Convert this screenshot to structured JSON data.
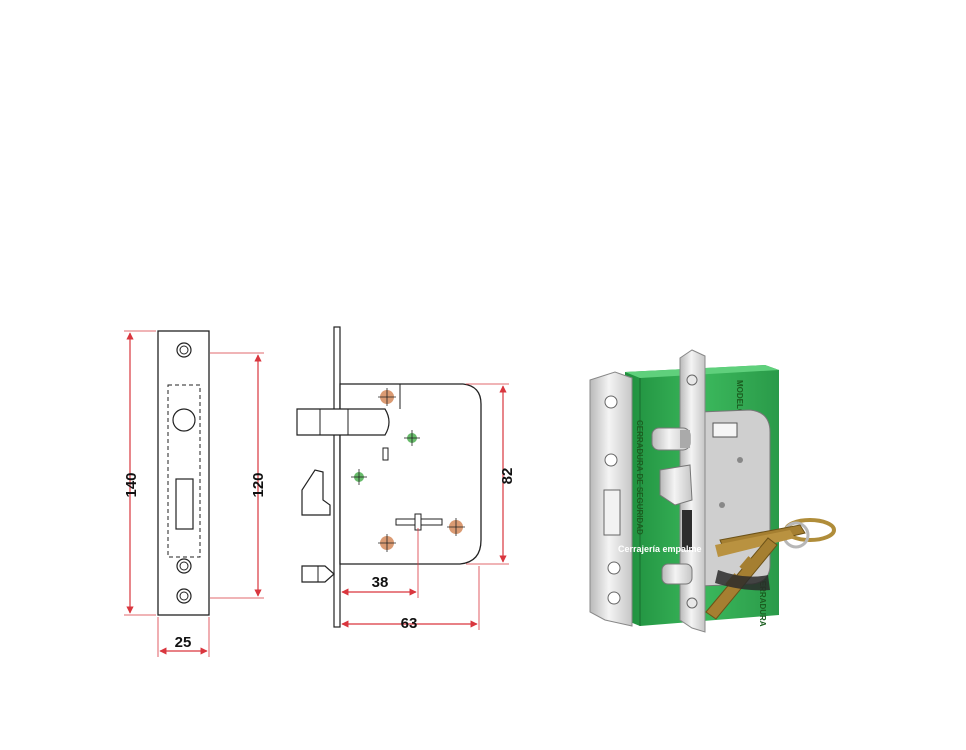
{
  "front_view": {
    "dim_height_total": "140",
    "dim_height_screws": "120",
    "dim_width": "25"
  },
  "side_view": {
    "dim_backset": "38",
    "dim_depth": "63",
    "dim_case_height": "82"
  },
  "photo": {
    "watermark": "Cerrajería empalme",
    "box_text_1": "CERRADURA DE SEGURIDAD",
    "box_text_2": "MODELO",
    "box_text_3": "CERRADURA"
  },
  "colors": {
    "dimension_line": "#d9363e",
    "drawing_line": "#222222",
    "box_green": "#2fa84f",
    "chrome": "#d8d8d8",
    "brass": "#b08d3a",
    "screw_orange": "#d58a5a",
    "screw_green": "#4caf50"
  }
}
